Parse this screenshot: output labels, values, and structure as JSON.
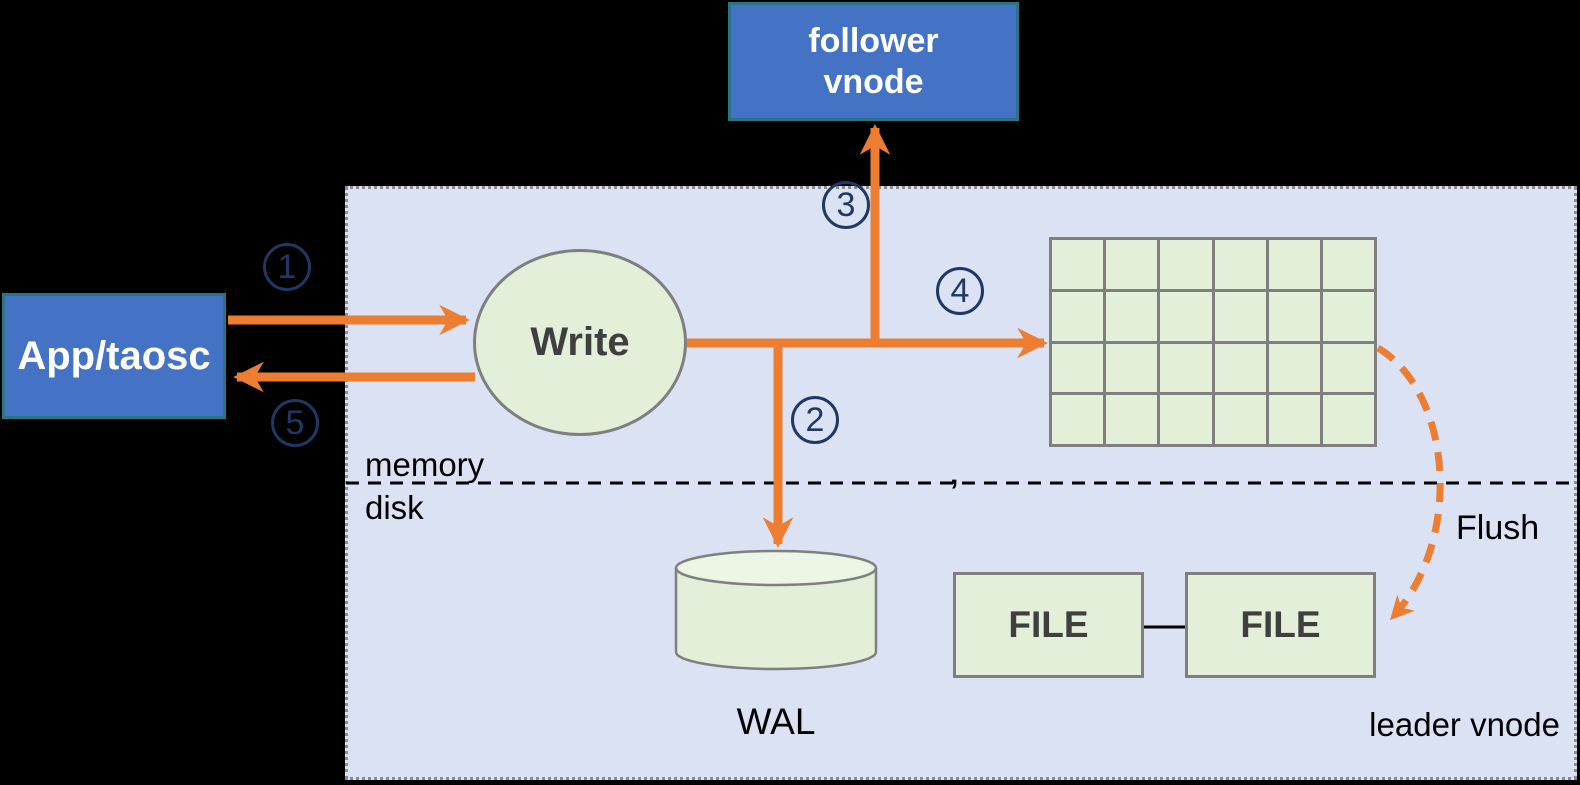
{
  "colors": {
    "orange": "#ED7D31",
    "navy": "#1F3864",
    "blue": "#4472C4",
    "teal": "#2A7485",
    "green": "#E3EFD9",
    "green_top": "#EDF5E4",
    "gray": "#7F7F7F",
    "container_fill": "#DAE2F3",
    "container_border": "#8C8C8C",
    "dark_text": "#3F3F3F"
  },
  "nodes": {
    "follower_vnode": {
      "line1": "follower",
      "line2": "vnode"
    },
    "app_taosc": {
      "label": "App/taosc"
    },
    "write": {
      "label": "Write"
    },
    "wal": {
      "label": "WAL"
    },
    "files": [
      {
        "label": "FILE"
      },
      {
        "label": "FILE"
      }
    ]
  },
  "region_labels": {
    "memory": "memory",
    "disk": "disk",
    "flush": "Flush",
    "leader": "leader vnode"
  },
  "steps": [
    {
      "n": "1"
    },
    {
      "n": "2"
    },
    {
      "n": "3"
    },
    {
      "n": "4"
    },
    {
      "n": "5"
    }
  ],
  "grid": {
    "rows": 4,
    "cols": 6
  },
  "stray_mark": ","
}
